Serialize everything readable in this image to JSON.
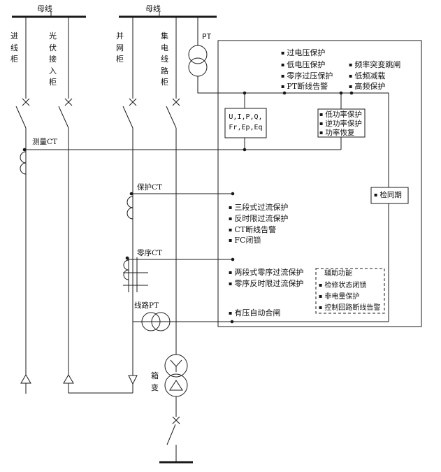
{
  "bullet": "▪",
  "busbar": {
    "left": "母线",
    "right": "母线"
  },
  "feeders": {
    "incoming": "进线柜",
    "pv": "光伏接入柜",
    "grid": "并网柜",
    "collector": "集电线路柜"
  },
  "labels": {
    "pt": "PT",
    "measure_ct": "测量CT",
    "protect_ct": "保护CT",
    "zero_ct": "零序CT",
    "line_pt": "线路PT",
    "box_transformer": "箱变"
  },
  "measurement_box": {
    "line1": "U,I,P,Q,",
    "line2": "Fr,Ep,Eq"
  },
  "sync_check": "检同期",
  "auto_reclose": "有压自动合闸",
  "lists": {
    "voltage": [
      "过电压保护",
      "低电压保护",
      "零序过压保护",
      "PT断线告警"
    ],
    "frequency": [
      "频率突变跳闸",
      "低频减载",
      "高频保护"
    ],
    "power": [
      "低功率保护",
      "逆功率保护",
      "功率恢复"
    ],
    "overcurrent": [
      "三段式过流保护",
      "反时限过流保护",
      "CT断线告警",
      "FC闭锁"
    ],
    "zero_seq": [
      "两段式零序过流保护",
      "零序反时限过流保护"
    ]
  },
  "aux": {
    "title": "辅助功能",
    "items": [
      "检修状态闭锁",
      "非电量保护",
      "控制回路断线告警"
    ]
  }
}
